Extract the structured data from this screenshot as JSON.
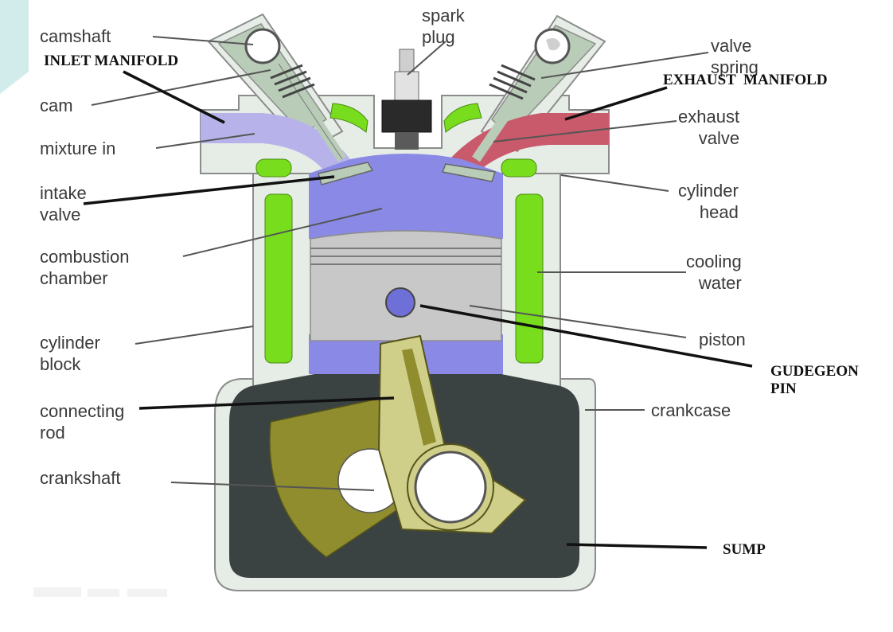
{
  "colors": {
    "background": "#ffffff",
    "casing": "#e6ece6",
    "outline": "#8c8c8c",
    "cooling_water": "#77dd1c",
    "combustion_gas": "#8a8ae6",
    "piston": "#c8c8c8",
    "valve": "#b9ccb8",
    "exhaust_port": "#c95a6c",
    "inlet_port": "#b7b3ea",
    "crankcase": "#3b4242",
    "crank": "#8f8d2d",
    "conrod": "#cfcf8a",
    "leader_black": "#111111",
    "leader_grey": "#555555"
  },
  "labels": {
    "camshaft": "camshaft",
    "spark_plug": "spark\nplug",
    "valve_spring": "valve\nspring",
    "cam": "cam",
    "mixture_in": "mixture in",
    "exhaust_valve": "exhaust\nvalve",
    "intake_valve": "intake\nvalve",
    "cylinder_head": "cylinder\nhead",
    "combustion_chamber": "combustion\nchamber",
    "cooling_water": "cooling\nwater",
    "cylinder_block": "cylinder\nblock",
    "piston": "piston",
    "connecting_rod": "connecting\nrod",
    "crankcase": "crankcase",
    "crankshaft": "crankshaft"
  },
  "annotations": {
    "inlet_manifold": "INLET MANIFOLD",
    "exhaust_manifold": "EXHAUST  MANIFOLD",
    "gudgeon_pin": "GUDEGEON\nPIN",
    "sump": "SUMP"
  }
}
